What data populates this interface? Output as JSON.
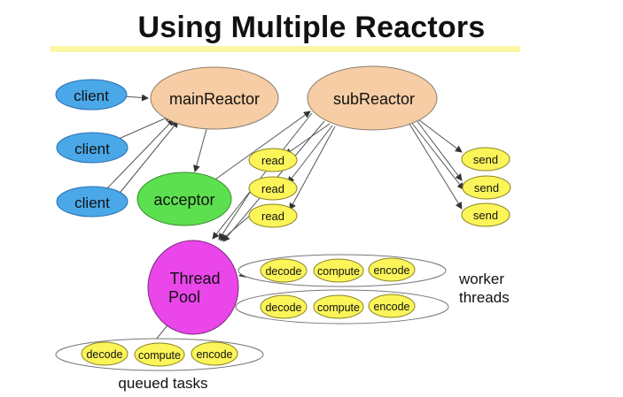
{
  "title": "Using Multiple Reactors",
  "nodes": {
    "clients": [
      "client",
      "client",
      "client"
    ],
    "main_reactor": "mainReactor",
    "sub_reactor": "subReactor",
    "acceptor": "acceptor",
    "reads": [
      "read",
      "read",
      "read"
    ],
    "sends": [
      "send",
      "send",
      "send"
    ],
    "thread_pool": [
      "Thread",
      "Pool"
    ]
  },
  "worker_threads": {
    "label": [
      "worker",
      "threads"
    ],
    "rows": [
      [
        "decode",
        "compute",
        "encode"
      ],
      [
        "decode",
        "compute",
        "encode"
      ]
    ]
  },
  "queued_tasks": {
    "label": "queued tasks",
    "row": [
      "decode",
      "compute",
      "encode"
    ]
  },
  "colors": {
    "client": "#4aa8e8",
    "reactor": "#f6cda4",
    "acceptor": "#5de04f",
    "small_task": "#fbf55a",
    "thread_pool": "#ea46ea",
    "title_highlight": "#fbf7a4"
  }
}
